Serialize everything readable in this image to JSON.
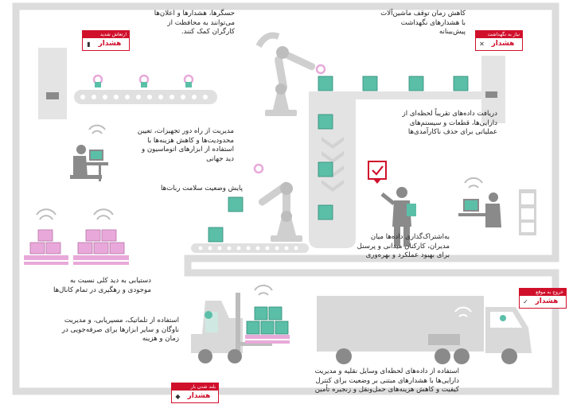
{
  "texts": {
    "ads": "حسگرها، هشدارها و اعلان‌ها\nمی‌توانند به محافظت از\nکارگران کمک کنند.",
    "downtime": "کاهش زمان توقف ماشین‌آلات\nبا هشدارهای نگهداشت\nپیش‌بینانه",
    "equipment": "مدیریت از راه دور تجهیزات، تعیین\nمحدودیت‌ها و کاهش هزینه‌ها با\nاستفاده از ابزارهای اتوماسیون و\nدید جهانی",
    "realtime": "دریافت داده‌های تقریباً لحظه‌ای از\nدارایی‌ها، قطعات و سیستم‌های\nعملیاتی برای حذف ناکارآمدی‌ها",
    "robots": "پایش وضعیت سلامت ربات‌ها",
    "sharing": "به‌اشتراک‌گذاری داده‌ها میان\nمدیران، کارکنان میدانی و پرسنل\nبرای بهبود عملکرد و بهره‌وری",
    "inventory": "دستیابی به دید کلی نسبت به\nموجودی و رهگیری در تمام کانال‌ها",
    "telematics": "استفاده از تلماتیک، مسیریابی، و مدیریت\nناوگان و سایر ابزارها برای صرفه‌جویی در\nزمان و هزینه",
    "fleet": "استفاده از داده‌های لحظه‌ای وسایل نقلیه و مدیریت\nدارایی‌ها با هشدارهای مبتنی بر وضعیت برای کنترل\nکیفیت و کاهش هزینه‌های حمل‌ونقل و زنجیره تأمین"
  },
  "badges": {
    "shock": {
      "header": "ارتعاش شدید",
      "label": "هشدار",
      "icon": "vibration-icon"
    },
    "maintenance": {
      "header": "نیاز به نگهداشت",
      "label": "هشدار",
      "icon": "wrench-icon"
    },
    "exit": {
      "header": "خروج به موقع",
      "label": "هشدار",
      "icon": "check-icon"
    },
    "lift": {
      "header": "بلند شدن بار",
      "label": "هشدار",
      "icon": "shield-icon"
    }
  },
  "colors": {
    "teal": "#5bbfa8",
    "pink": "#e8a9da",
    "gray": "#d9d9d9",
    "darkgray": "#8a8a8a",
    "red": "#d0102b"
  }
}
